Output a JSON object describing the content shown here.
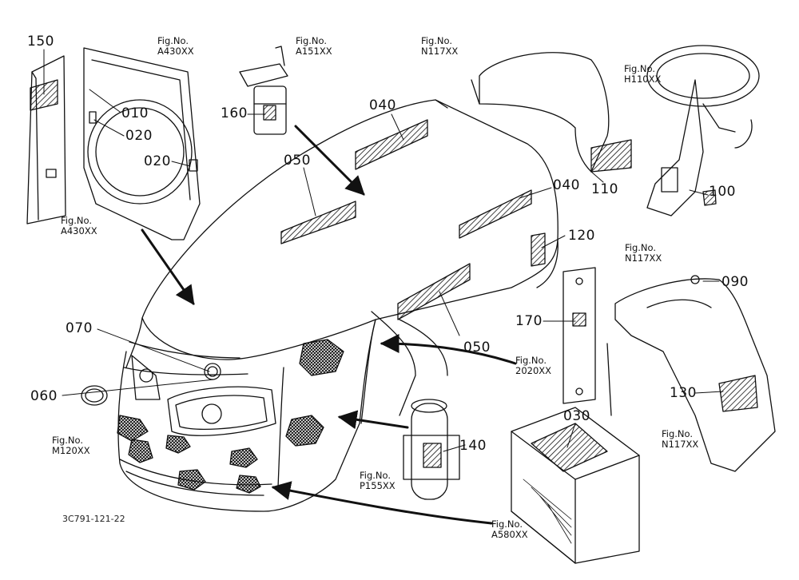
{
  "callouts": {
    "c150": "150",
    "c010": "010",
    "c020a": "020",
    "c020b": "020",
    "c160": "160",
    "c040a": "040",
    "c040b": "040",
    "c050a": "050",
    "c050b": "050",
    "c110": "110",
    "c100": "100",
    "c120": "120",
    "c090": "090",
    "c170": "170",
    "c070": "070",
    "c060": "060",
    "c130": "130",
    "c030": "030",
    "c140": "140"
  },
  "figrefs": {
    "f_a430_top": {
      "l1": "Fig.No.",
      "l2": "A430XX"
    },
    "f_a430_bot": {
      "l1": "Fig.No.",
      "l2": "A430XX"
    },
    "f_a151": {
      "l1": "Fig.No.",
      "l2": "A151XX"
    },
    "f_n117_top": {
      "l1": "Fig.No.",
      "l2": "N117XX"
    },
    "f_h110": {
      "l1": "Fig.No.",
      "l2": "H110XX"
    },
    "f_n117_mid": {
      "l1": "Fig.No.",
      "l2": "N117XX"
    },
    "f_2020": {
      "l1": "Fig.No.",
      "l2": "2020XX"
    },
    "f_m120": {
      "l1": "Fig.No.",
      "l2": "M120XX"
    },
    "f_n117_bot": {
      "l1": "Fig.No.",
      "l2": "N117XX"
    },
    "f_p155": {
      "l1": "Fig.No.",
      "l2": "P155XX"
    },
    "f_a580": {
      "l1": "Fig.No.",
      "l2": "A580XX"
    }
  },
  "footer": {
    "drawing_code": "3C791-121-22"
  },
  "colors": {
    "ink": "#111111",
    "paper": "#ffffff"
  }
}
